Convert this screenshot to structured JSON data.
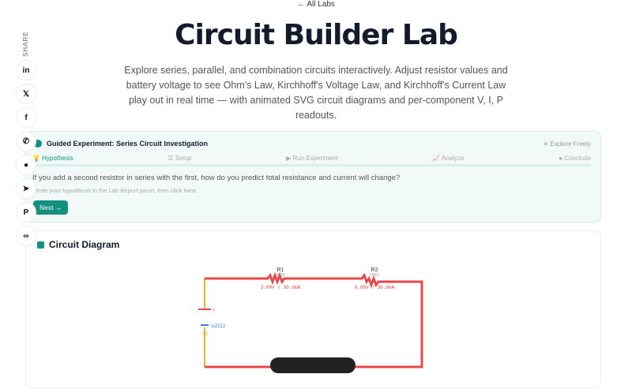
{
  "nav": {
    "back_label": "← All Labs"
  },
  "title": "Circuit Builder Lab",
  "intro": "Explore series, parallel, and combination circuits interactively. Adjust resistor values and battery voltage to see Ohm's Law, Kirchhoff's Voltage Law, and Kirchhoff's Current Law play out in real time — with animated SVG circuit diagrams and per-component V, I, P readouts.",
  "share": {
    "label": "SHARE",
    "items": [
      {
        "name": "linkedin",
        "glyph": "in"
      },
      {
        "name": "x",
        "glyph": "𝕏"
      },
      {
        "name": "facebook",
        "glyph": "f"
      },
      {
        "name": "whatsapp",
        "glyph": "✆"
      },
      {
        "name": "reddit",
        "glyph": "●"
      },
      {
        "name": "telegram",
        "glyph": "➤"
      },
      {
        "name": "pinterest",
        "glyph": "P"
      },
      {
        "name": "copy-link",
        "glyph": "∞"
      }
    ]
  },
  "guided": {
    "title": "Guided Experiment: Series Circuit Investigation",
    "explore": "✕ Explore Freely",
    "steps": [
      {
        "label": "💡 Hypothesis",
        "active": true
      },
      {
        "label": "☰ Setup"
      },
      {
        "label": "▶ Run Experiment"
      },
      {
        "label": "📈 Analyze"
      },
      {
        "label": "● Conclude"
      }
    ],
    "question": "If you add a second resistor in series with the first, how do you predict total resistance and current will change?",
    "hint": "Write your hypothesis in the Lab Report panel, then click Next.",
    "next": "Next →",
    "progress": 0
  },
  "diagram": {
    "title": "Circuit Diagram",
    "r1": {
      "name": "R1",
      "value": "100Ω",
      "reading": "3.00V / 30.0mA"
    },
    "r2": {
      "name": "R2",
      "value": "200Ω",
      "reading": "6.00V / 30.0mA"
    },
    "battery": {
      "plus": "+",
      "minus": "\\u2212",
      "voltage": "9V"
    },
    "colors": {
      "wire": "#e94848",
      "battery_wire": "#f0b030",
      "minus": "#3a7fd8"
    }
  }
}
